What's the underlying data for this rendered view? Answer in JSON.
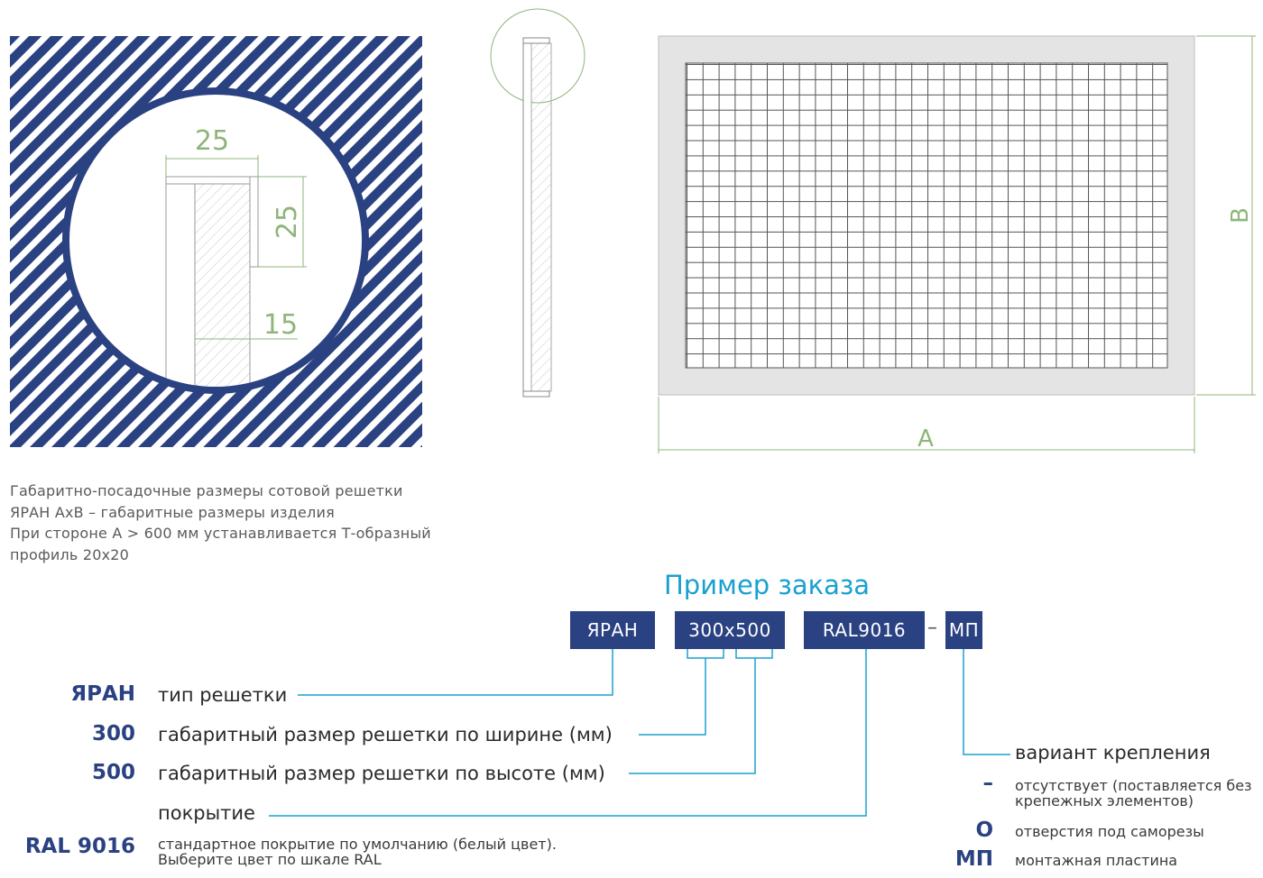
{
  "drawing": {
    "dim_width": "25",
    "dim_height": "25",
    "dim_offset": "15",
    "label_a": "A",
    "label_b": "B"
  },
  "description": {
    "line1": "Габаритно-посадочные размеры сотовой решетки",
    "line2": "ЯРАН АхВ – габаритные размеры изделия",
    "line3": "При стороне А > 600 мм устанавливается Т-образный",
    "line4": "профиль 20х20"
  },
  "order": {
    "title": "Пример заказа",
    "box1": "ЯРАН",
    "box2": "300х500",
    "box3": "RAL9016",
    "separator": "–",
    "box4": "МП"
  },
  "legend": {
    "code1": "ЯРАН",
    "desc1": "тип решетки",
    "code2": "300",
    "desc2": "габаритный размер решетки по ширине (мм)",
    "code3": "500",
    "desc3": "габаритный размер решетки по высоте (мм)",
    "desc4": "покрытие",
    "code5": "RAL 9016",
    "desc5a": "стандартное покрытие по умолчанию (белый цвет).",
    "desc5b": "Выберите цвет по шкале RAL"
  },
  "mount": {
    "title": "вариант крепления",
    "opt1_symbol": "–",
    "opt1_line1": "отсутствует (поставляется без",
    "opt1_line2": "крепежных элементов)",
    "opt2_symbol": "О",
    "opt2_text": "отверстия под саморезы",
    "opt3_symbol": "МП",
    "opt3_text": "монтажная пластина"
  },
  "colors": {
    "navy": "#2a4182",
    "cyan": "#1aa0d0",
    "dim_green": "#8fb57a"
  }
}
